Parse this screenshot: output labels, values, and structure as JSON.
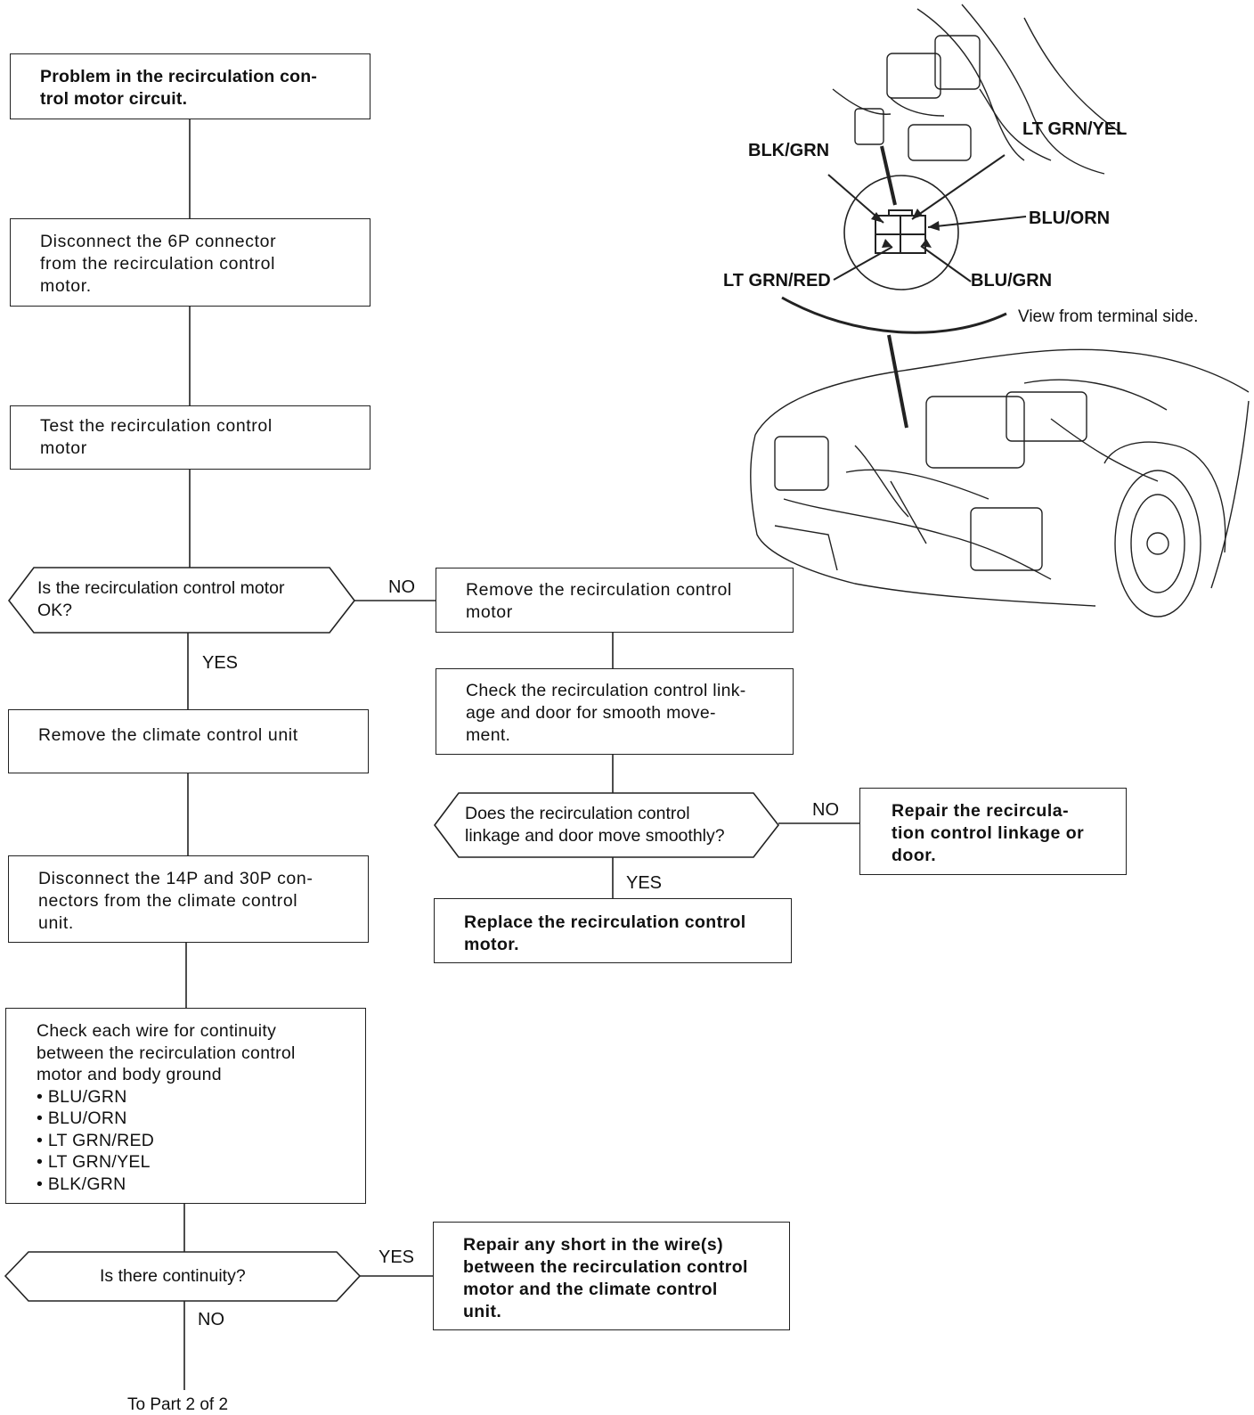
{
  "steps": {
    "problem": "Problem in the recirculation con-\ntrol motor circuit.",
    "disconnect6p": "Disconnect the 6P connector\nfrom the recirculation control\nmotor.",
    "testMotor": "Test the recirculation control\nmotor",
    "removeUnit": "Remove the climate control unit",
    "disconnect14p": "Disconnect the 14P and 30P con-\nnectors from the climate control\nunit.",
    "checkWires": "Check each wire for continuity\nbetween the recirculation control\nmotor and body ground\n• BLU/GRN\n• BLU/ORN\n• LT GRN/RED\n• LT GRN/YEL\n• BLK/GRN",
    "removeMotor": "Remove the recirculation control\nmotor",
    "checkLinkage": "Check the recirculation control link-\nage and door for smooth move-\nment.",
    "replaceMotor": "Replace the recirculation control\nmotor.",
    "repairLinkage": "Repair the recircula-\ntion control linkage or\ndoor.",
    "repairShort": "Repair any short in the wire(s)\nbetween the recirculation control\nmotor and the climate control\nunit."
  },
  "decisions": {
    "motorOk": "Is the recirculation control motor\nOK?",
    "linkageSmooth": "Does the recirculation control\nlinkage and door move smoothly?",
    "continuity": "Is there continuity?"
  },
  "branchLabels": {
    "motorOkNo": "NO",
    "motorOkYes": "YES",
    "linkageNo": "NO",
    "linkageYes": "YES",
    "continuityYes": "YES",
    "continuityNo": "NO"
  },
  "footer": "To Part 2 of 2",
  "illustration": {
    "wires": {
      "ltGrnYel": "LT GRN/YEL",
      "blkGrn": "BLK/GRN",
      "bluOrn": "BLU/ORN",
      "ltGrnRed": "LT GRN/RED",
      "bluGrn": "BLU/GRN"
    },
    "viewNote": "View from terminal side."
  }
}
